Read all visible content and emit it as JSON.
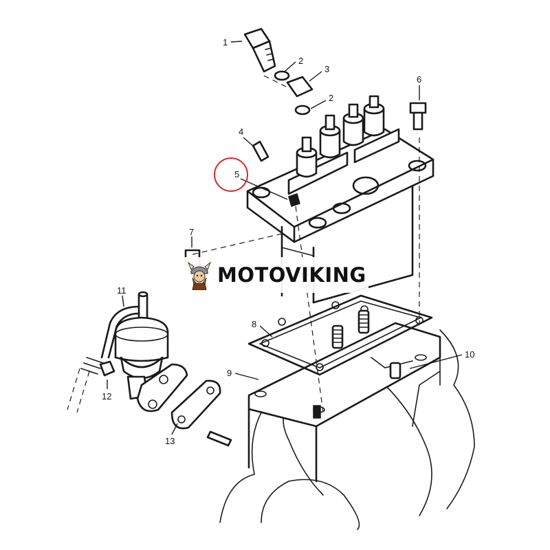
{
  "diagram": {
    "callouts": [
      "1",
      "2",
      "3",
      "2",
      "4",
      "5",
      "6",
      "7",
      "8",
      "9",
      "10",
      "11",
      "12",
      "13"
    ],
    "highlighted_callout": "5",
    "highlight_color": "#d9262c"
  },
  "watermark": {
    "brand": "MOTOVIKING",
    "logo_icon": "viking-mascot-icon"
  }
}
